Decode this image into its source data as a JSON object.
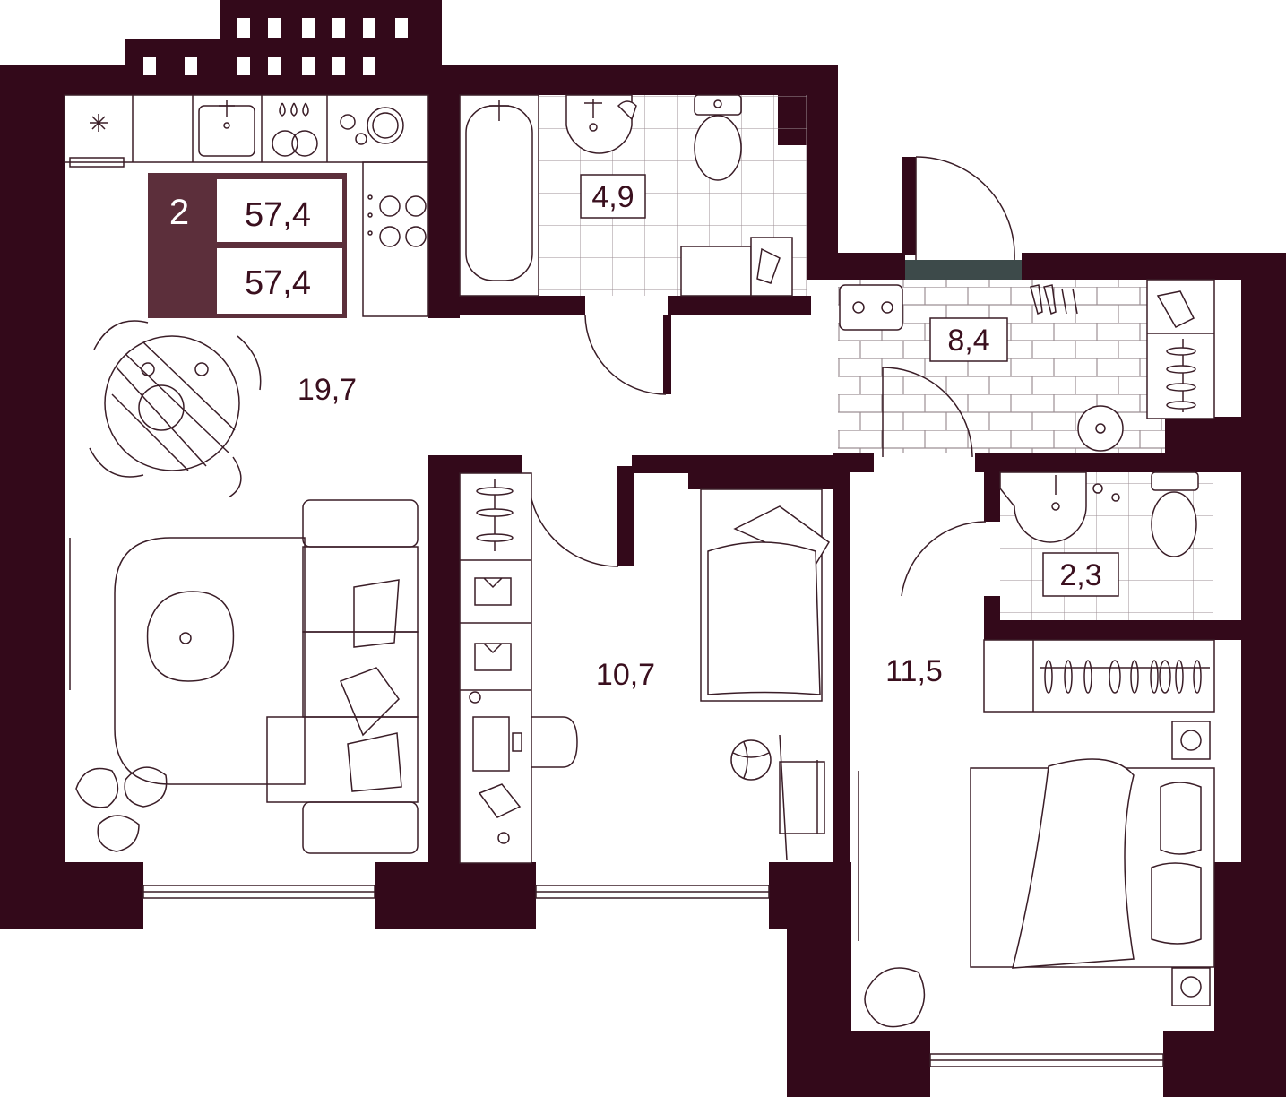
{
  "badge": {
    "rooms": "2",
    "area_total": "57,4",
    "area_living": "57,4"
  },
  "rooms": {
    "kitchen_living": "19,7",
    "bathroom": "4,9",
    "hallway": "8,4",
    "bedroom_small": "10,7",
    "bedroom_large": "11,5",
    "wc": "2,3"
  },
  "colors": {
    "wall": "#33091a",
    "badge": "#5c2f3b",
    "line": "#3a1d27",
    "grid": "#8a7a80",
    "door_seal": "#3d4a4a"
  },
  "icons": [
    "snowflake-icon",
    "faucet-icon",
    "water-drops-icon",
    "pizza-icon",
    "toilet-icon",
    "washer-icon",
    "bed-icon",
    "sofa-icon",
    "laptop-icon",
    "ball-icon",
    "plant-icon",
    "armchair-icon",
    "socket-icon",
    "shoes-icon",
    "shirt-icon"
  ]
}
